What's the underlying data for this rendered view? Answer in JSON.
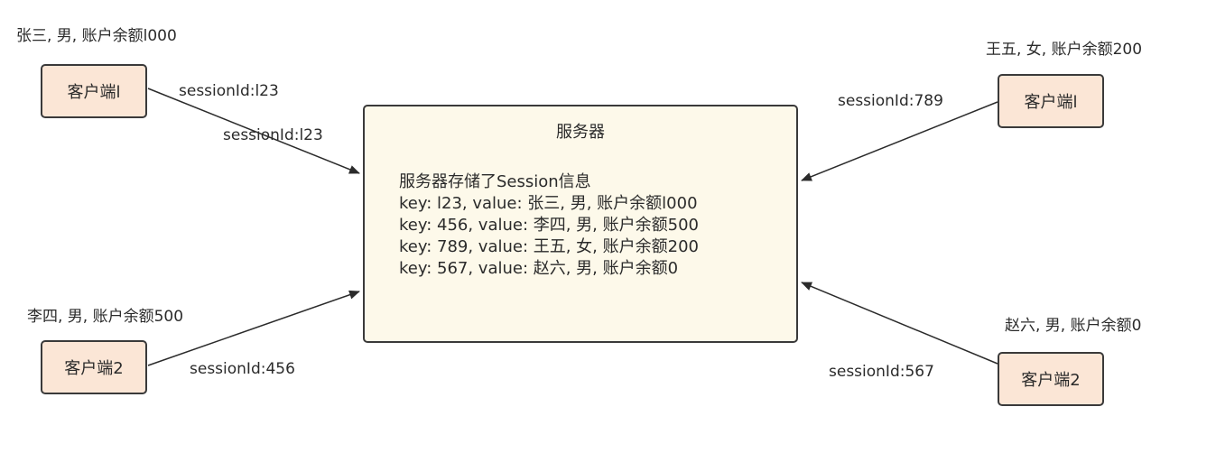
{
  "server": {
    "title": "服务器",
    "lines": [
      "服务器存储了Session信息",
      "key: l23, value: 张三, 男, 账户余额l000",
      "key: 456, value: 李四, 男, 账户余额500",
      "key: 789, value: 王五, 女, 账户余额200",
      "key: 567, value: 赵六, 男, 账户余额0"
    ]
  },
  "clients": {
    "top_left": {
      "name": "客户端l",
      "info": "张三, 男, 账户余额l000",
      "session_label": "sessionId:l23",
      "session_label_near_server": "sessionId:l23"
    },
    "bottom_left": {
      "name": "客户端2",
      "info": "李四, 男, 账户余额500",
      "session_label": "sessionId:456"
    },
    "top_right": {
      "name": "客户端l",
      "info": "王五, 女, 账户余额200",
      "session_label": "sessionId:789"
    },
    "bottom_right": {
      "name": "客户端2",
      "info": "赵六, 男, 账户余额0",
      "session_label": "sessionId:567"
    }
  },
  "colors": {
    "client_fill": "#fbe6d6",
    "server_fill": "#fdf9ea",
    "stroke": "#3a3a3a"
  }
}
